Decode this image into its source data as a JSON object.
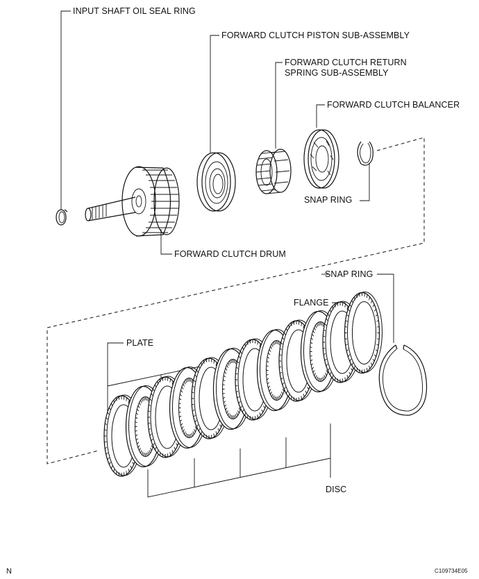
{
  "labels": {
    "input_shaft_oil_seal_ring": "INPUT SHAFT OIL SEAL RING",
    "forward_clutch_piston": "FORWARD CLUTCH PISTON SUB-ASSEMBLY",
    "forward_clutch_return_line1": "FORWARD CLUTCH RETURN",
    "forward_clutch_return_line2": "SPRING SUB-ASSEMBLY",
    "forward_clutch_balancer": "FORWARD CLUTCH BALANCER",
    "snap_ring_upper": "SNAP RING",
    "forward_clutch_drum": "FORWARD CLUTCH DRUM",
    "snap_ring_lower": "SNAP RING",
    "flange": "FLANGE",
    "plate": "PLATE",
    "disc": "DISC",
    "corner_mark": "N",
    "figure_code": "C109734E05"
  },
  "colors": {
    "line": "#111111",
    "background": "#ffffff"
  }
}
